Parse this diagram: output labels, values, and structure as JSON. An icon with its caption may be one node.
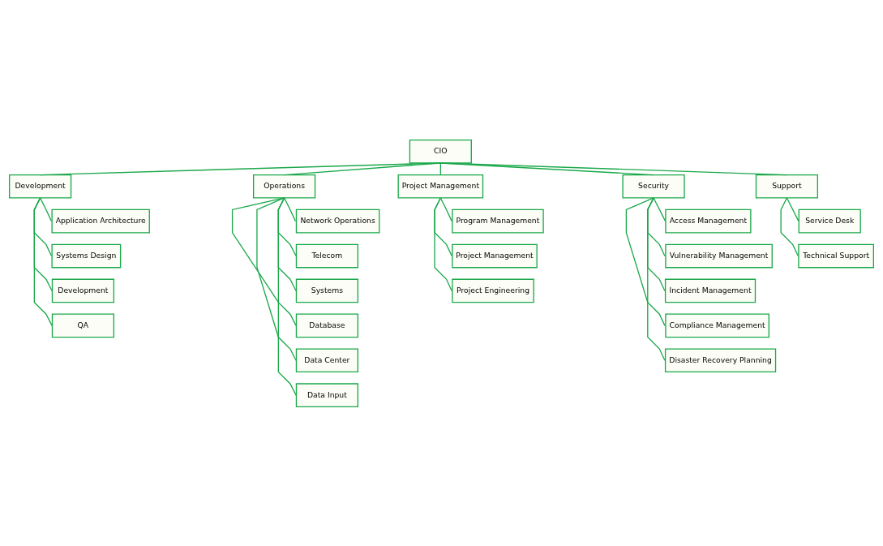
{
  "diagram": {
    "nodes": [
      {
        "text": [
          "CIO"
        ]
      },
      {
        "text": [
          "Development"
        ]
      },
      {
        "text": [
          "Operations"
        ]
      },
      {
        "text": [
          "Project Management"
        ]
      },
      {
        "text": [
          "Security"
        ]
      },
      {
        "text": [
          "Support"
        ]
      },
      {
        "text": [
          "Application Architecture"
        ]
      },
      {
        "text": [
          "Systems Design"
        ]
      },
      {
        "text": [
          "Development"
        ]
      },
      {
        "text": [
          "QA"
        ]
      },
      {
        "text": [
          "Network Operations"
        ]
      },
      {
        "text": [
          "Telecom"
        ]
      },
      {
        "text": [
          "Systems"
        ]
      },
      {
        "text": [
          "Database"
        ]
      },
      {
        "text": [
          "Data Center"
        ]
      },
      {
        "text": [
          "Data Input"
        ]
      },
      {
        "text": [
          "Program Management"
        ]
      },
      {
        "text": [
          "Project Management"
        ]
      },
      {
        "text": [
          "Project Engineering"
        ]
      },
      {
        "text": [
          "Access Management"
        ]
      },
      {
        "text": [
          "Vulnerability Management"
        ]
      },
      {
        "text": [
          "Incident Management"
        ]
      },
      {
        "text": [
          "Compliance Management"
        ]
      },
      {
        "text": [
          "Disaster Recovery Planning"
        ]
      },
      {
        "text": [
          "Service Desk"
        ]
      },
      {
        "text": [
          "Technical Support"
        ]
      }
    ],
    "edges": [
      {
        "from": 0,
        "to": 1,
        "arrow": "none"
      },
      {
        "from": 0,
        "to": 2,
        "arrow": "none"
      },
      {
        "from": 0,
        "to": 3,
        "arrow": "none"
      },
      {
        "from": 0,
        "to": 4,
        "arrow": "none"
      },
      {
        "from": 0,
        "to": 5,
        "arrow": "none"
      },
      {
        "from": 1,
        "to": 6,
        "arrow": "none"
      },
      {
        "from": 1,
        "to": 7,
        "arrow": "none"
      },
      {
        "from": 1,
        "to": 8,
        "arrow": "none"
      },
      {
        "from": 1,
        "to": 9,
        "arrow": "none"
      },
      {
        "from": 2,
        "to": 10,
        "arrow": "none"
      },
      {
        "from": 2,
        "to": 11,
        "arrow": "none"
      },
      {
        "from": 2,
        "to": 12,
        "arrow": "none"
      },
      {
        "from": 2,
        "to": 13,
        "arrow": "none"
      },
      {
        "from": 2,
        "to": 14,
        "arrow": "none"
      },
      {
        "from": 2,
        "to": 15,
        "arrow": "none"
      },
      {
        "from": 3,
        "to": 16,
        "arrow": "none"
      },
      {
        "from": 3,
        "to": 17,
        "arrow": "none"
      },
      {
        "from": 3,
        "to": 18,
        "arrow": "none"
      },
      {
        "from": 4,
        "to": 19,
        "arrow": "none"
      },
      {
        "from": 4,
        "to": 20,
        "arrow": "none"
      },
      {
        "from": 4,
        "to": 21,
        "arrow": "none"
      },
      {
        "from": 4,
        "to": 22,
        "arrow": "none"
      },
      {
        "from": 4,
        "to": 23,
        "arrow": "none"
      },
      {
        "from": 5,
        "to": 24,
        "arrow": "none"
      },
      {
        "from": 5,
        "to": 25,
        "arrow": "none"
      }
    ]
  }
}
